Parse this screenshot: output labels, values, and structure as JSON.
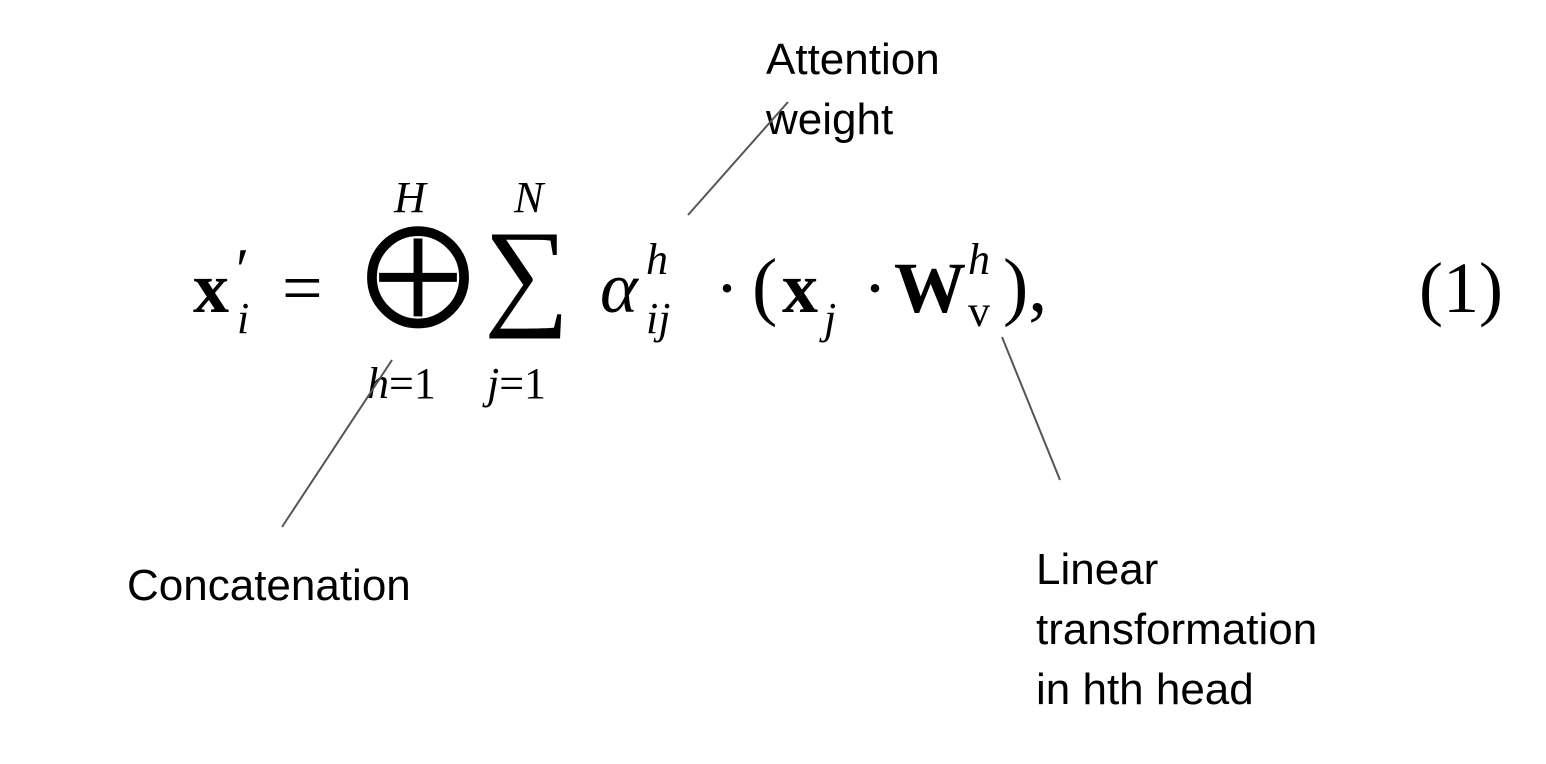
{
  "annotations": {
    "attention": [
      "Attention",
      "weight"
    ],
    "concat": [
      "Concatenation"
    ],
    "linear": [
      "Linear",
      "transformation",
      "in hth head"
    ]
  },
  "equation": {
    "x_bold": "x",
    "prime": "′",
    "sub_i": "i",
    "eq": "=",
    "oplus": "⨁",
    "oplus_upper": "H",
    "oplus_lower_var": "h",
    "oplus_lower_rest": "=1",
    "sum": "∑",
    "sum_upper": "N",
    "sum_lower_var": "j",
    "sum_lower_rest": "=1",
    "alpha": "α",
    "alpha_sup": "h",
    "alpha_sub": "ij",
    "cdot1": "·",
    "lparen": "(",
    "xj_bold": "x",
    "sub_j": "j",
    "cdot2": "·",
    "W_bold": "W",
    "W_sup": "h",
    "W_sub": "v",
    "rparen_comma": "),",
    "number": "(1)"
  },
  "colors": {
    "text": "#000000",
    "leader_line": "#555555",
    "background": "#ffffff"
  }
}
